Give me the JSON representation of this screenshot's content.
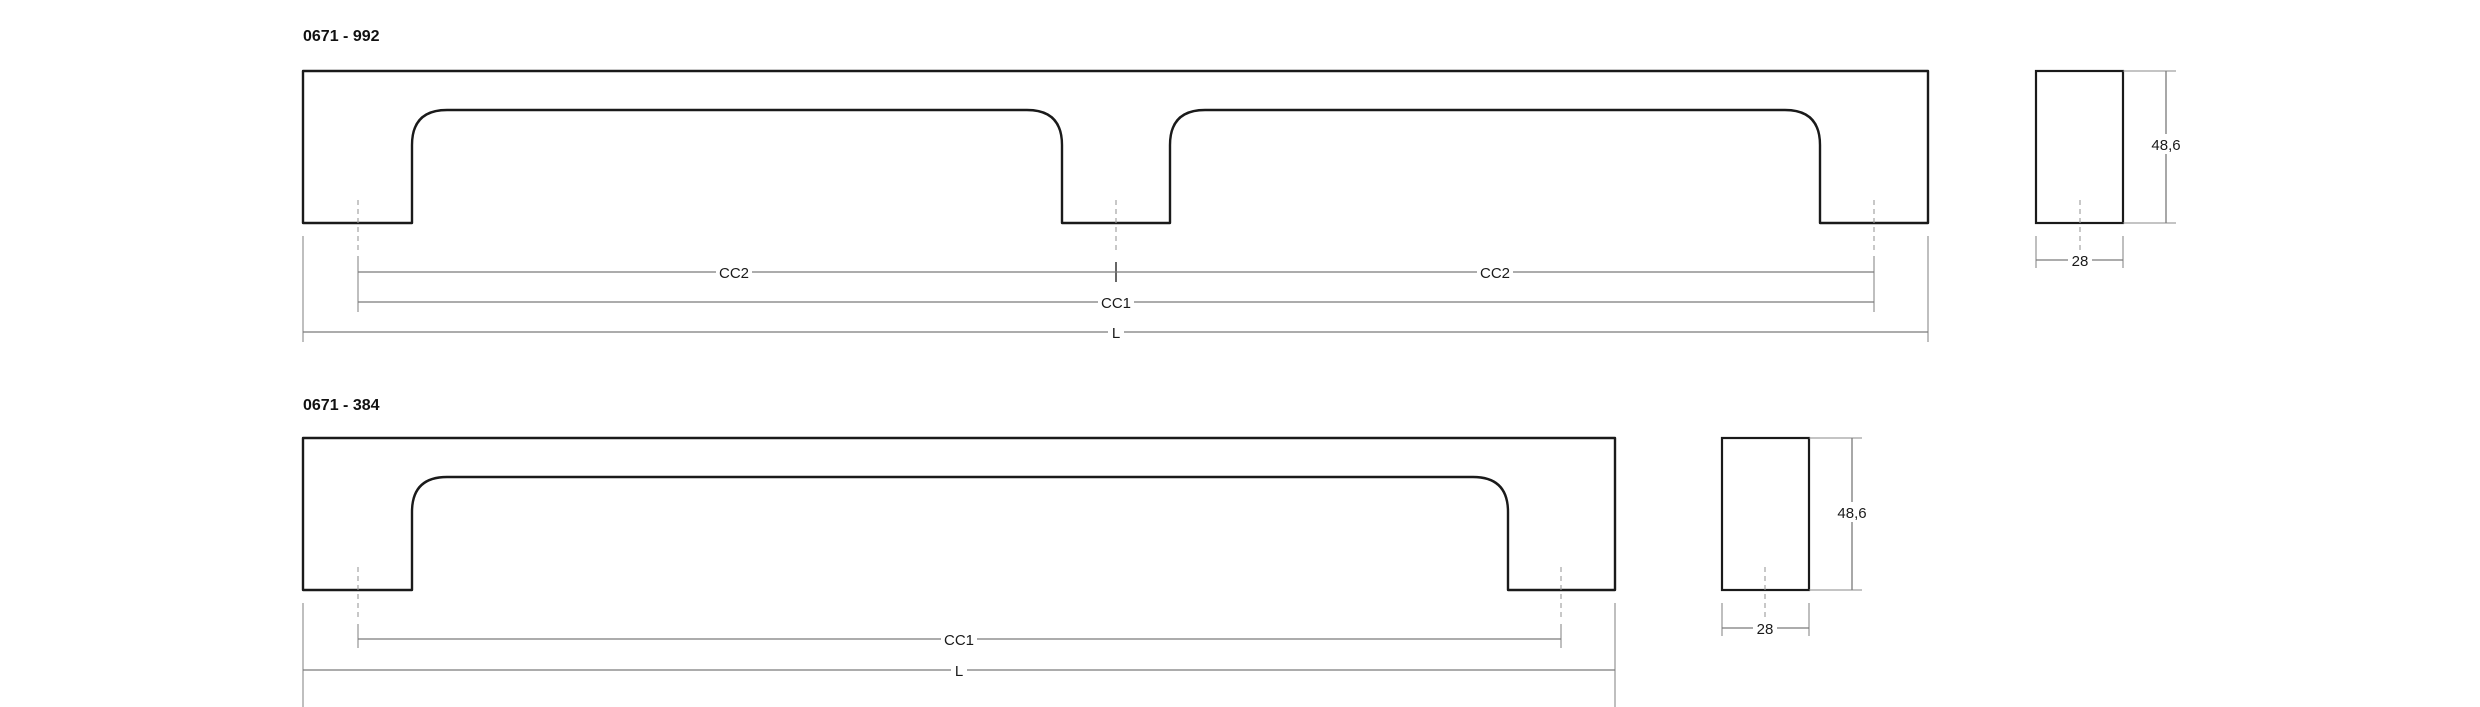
{
  "drawings": [
    {
      "code": "0671 - 992",
      "dimensions": {
        "cc2_left": "CC2",
        "cc2_right": "CC2",
        "cc1": "CC1",
        "length": "L"
      },
      "section": {
        "height": "48,6",
        "width": "28"
      }
    },
    {
      "code": "0671 - 384",
      "dimensions": {
        "cc1": "CC1",
        "length": "L"
      },
      "section": {
        "height": "48,6",
        "width": "28"
      }
    }
  ]
}
